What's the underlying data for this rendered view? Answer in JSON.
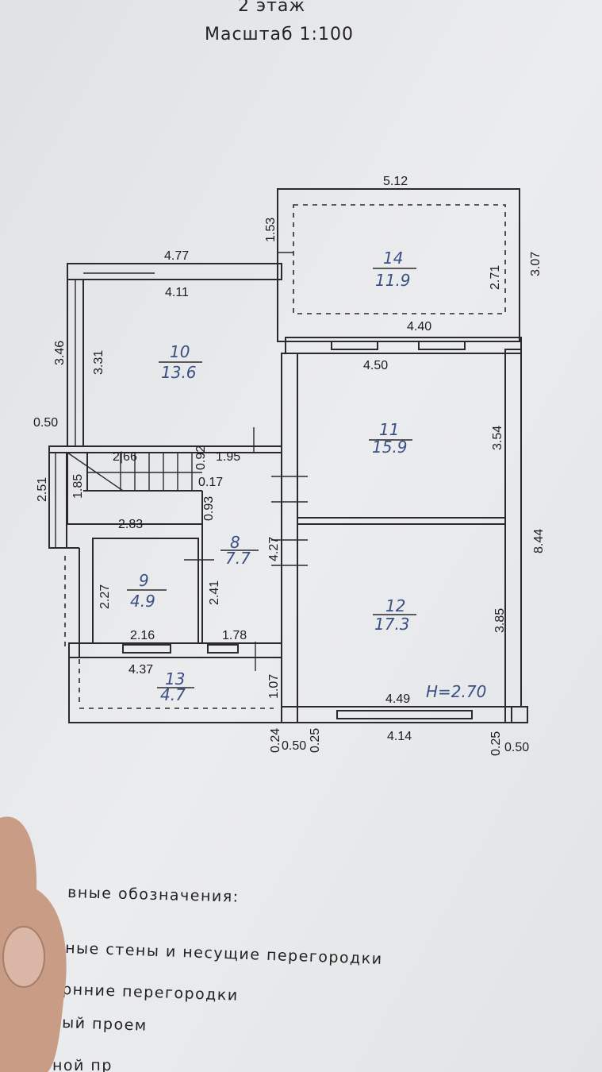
{
  "header": {
    "floor": "2 этаж",
    "scale": "Масштаб 1:100"
  },
  "rooms": [
    {
      "number": "14",
      "area": "11.9"
    },
    {
      "number": "10",
      "area": "13.6"
    },
    {
      "number": "11",
      "area": "15.9"
    },
    {
      "number": "8",
      "area": "7.7"
    },
    {
      "number": "9",
      "area": "4.9"
    },
    {
      "number": "12",
      "area": "17.3"
    },
    {
      "number": "13",
      "area": "4.7"
    }
  ],
  "dimensions": [
    "5.12",
    "1.53",
    "4.77",
    "4.11",
    "2.71",
    "3.07",
    "4.40",
    "4.50",
    "3.46",
    "3.31",
    "0.50",
    "3.54",
    "2|66",
    "1.95",
    "0.92",
    "0.17",
    "1.85",
    "2.51",
    "0.93",
    "2.83",
    "4.27",
    "8.44",
    "2.27",
    "2.41",
    "3.85",
    "2.16",
    "1.78",
    "4.37",
    "1.07",
    "4.49",
    "4.14",
    "0.24",
    "0.50",
    "0.25",
    "0.25",
    "0.50"
  ],
  "ceiling_height": "H=2.70",
  "legend": {
    "title": "вные обозначения:",
    "items": [
      "ные стены и несущие перегородки",
      "рнние перегородки",
      "ый проем",
      "ной пр"
    ]
  }
}
